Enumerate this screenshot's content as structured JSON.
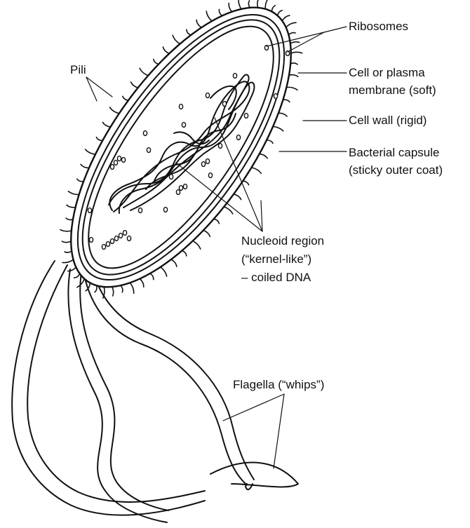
{
  "labels": {
    "ribosomes": "Ribosomes",
    "pili": "Pili",
    "membrane_line1": "Cell or plasma",
    "membrane_line2": "membrane (soft)",
    "cell_wall": "Cell wall (rigid)",
    "capsule_line1": "Bacterial capsule",
    "capsule_line2": "(sticky outer coat)",
    "nucleoid_line1": "Nucleoid region",
    "nucleoid_line2": "(“kernel-like”)",
    "nucleoid_line3": "– coiled DNA",
    "flagella": "Flagella (“whips”)"
  },
  "colors": {
    "ink": "#111111",
    "background": "#ffffff"
  }
}
